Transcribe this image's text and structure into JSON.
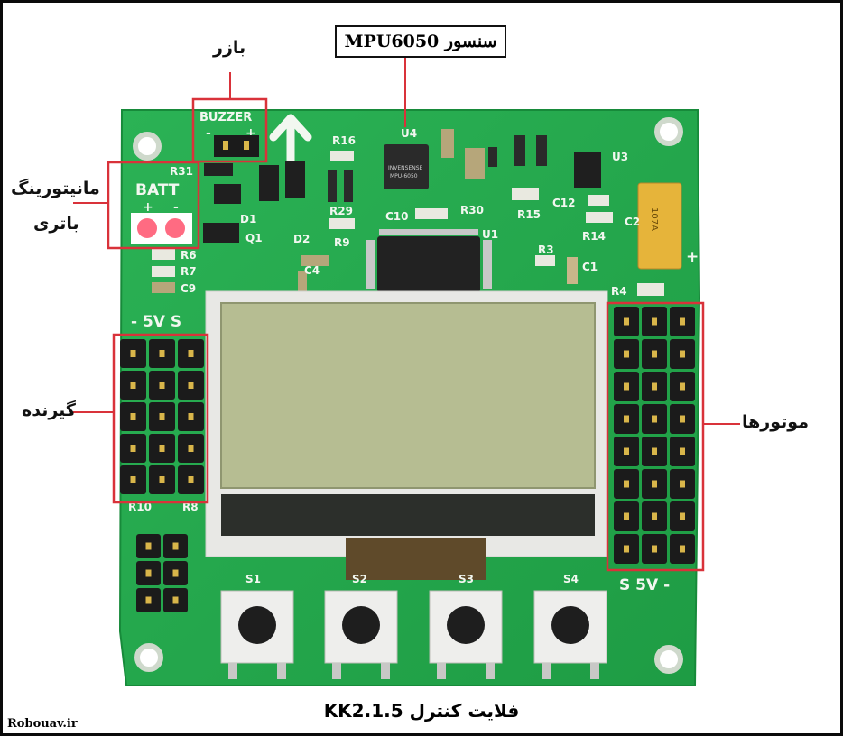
{
  "labels": {
    "sensor": "سنسور MPU6050",
    "buzzer": "بازر",
    "battery_line1": "مانیتورینگ",
    "battery_line2": "باتری",
    "receiver": "گیرنده",
    "motors": "موتورها"
  },
  "board_text": {
    "buzzer": "BUZZER",
    "buzzer_minus": "-",
    "buzzer_plus": "+",
    "batt": "BATT",
    "batt_plus": "+",
    "batt_minus": "-",
    "rx_voltage": "- 5V S",
    "motor_voltage": "S 5V -",
    "cap_plus": "+",
    "chip_brand": "INVENSENSE",
    "chip_model": "MPU-6050",
    "u4": "U4",
    "u1": "U1",
    "u3": "U3",
    "c2": "C2",
    "tant_cap": "107A",
    "d1": "D1",
    "q1": "Q1",
    "d2": "D2",
    "r31": "R31",
    "r16": "R16",
    "r29": "R29",
    "r9": "R9",
    "c4": "C4",
    "c10": "C10",
    "r30": "R30",
    "r15": "R15",
    "c12": "C12",
    "r14": "R14",
    "r3": "R3",
    "c1": "C1",
    "r4": "R4",
    "r6": "R6",
    "r7": "R7",
    "c9": "C9",
    "r10": "R10",
    "r8": "R8",
    "s1": "S1",
    "s2": "S2",
    "s3": "S3",
    "s4": "S4"
  },
  "title": "فلایت کنترل KK2.1.5",
  "watermark": "Robouav.ir",
  "colors": {
    "pcb": "#22a64a",
    "silkscreen": "#f2f7f0",
    "lcd_screen": "#b6bd92",
    "highlight_box": "#d9323a",
    "pin_header": "#1b1b1b"
  }
}
